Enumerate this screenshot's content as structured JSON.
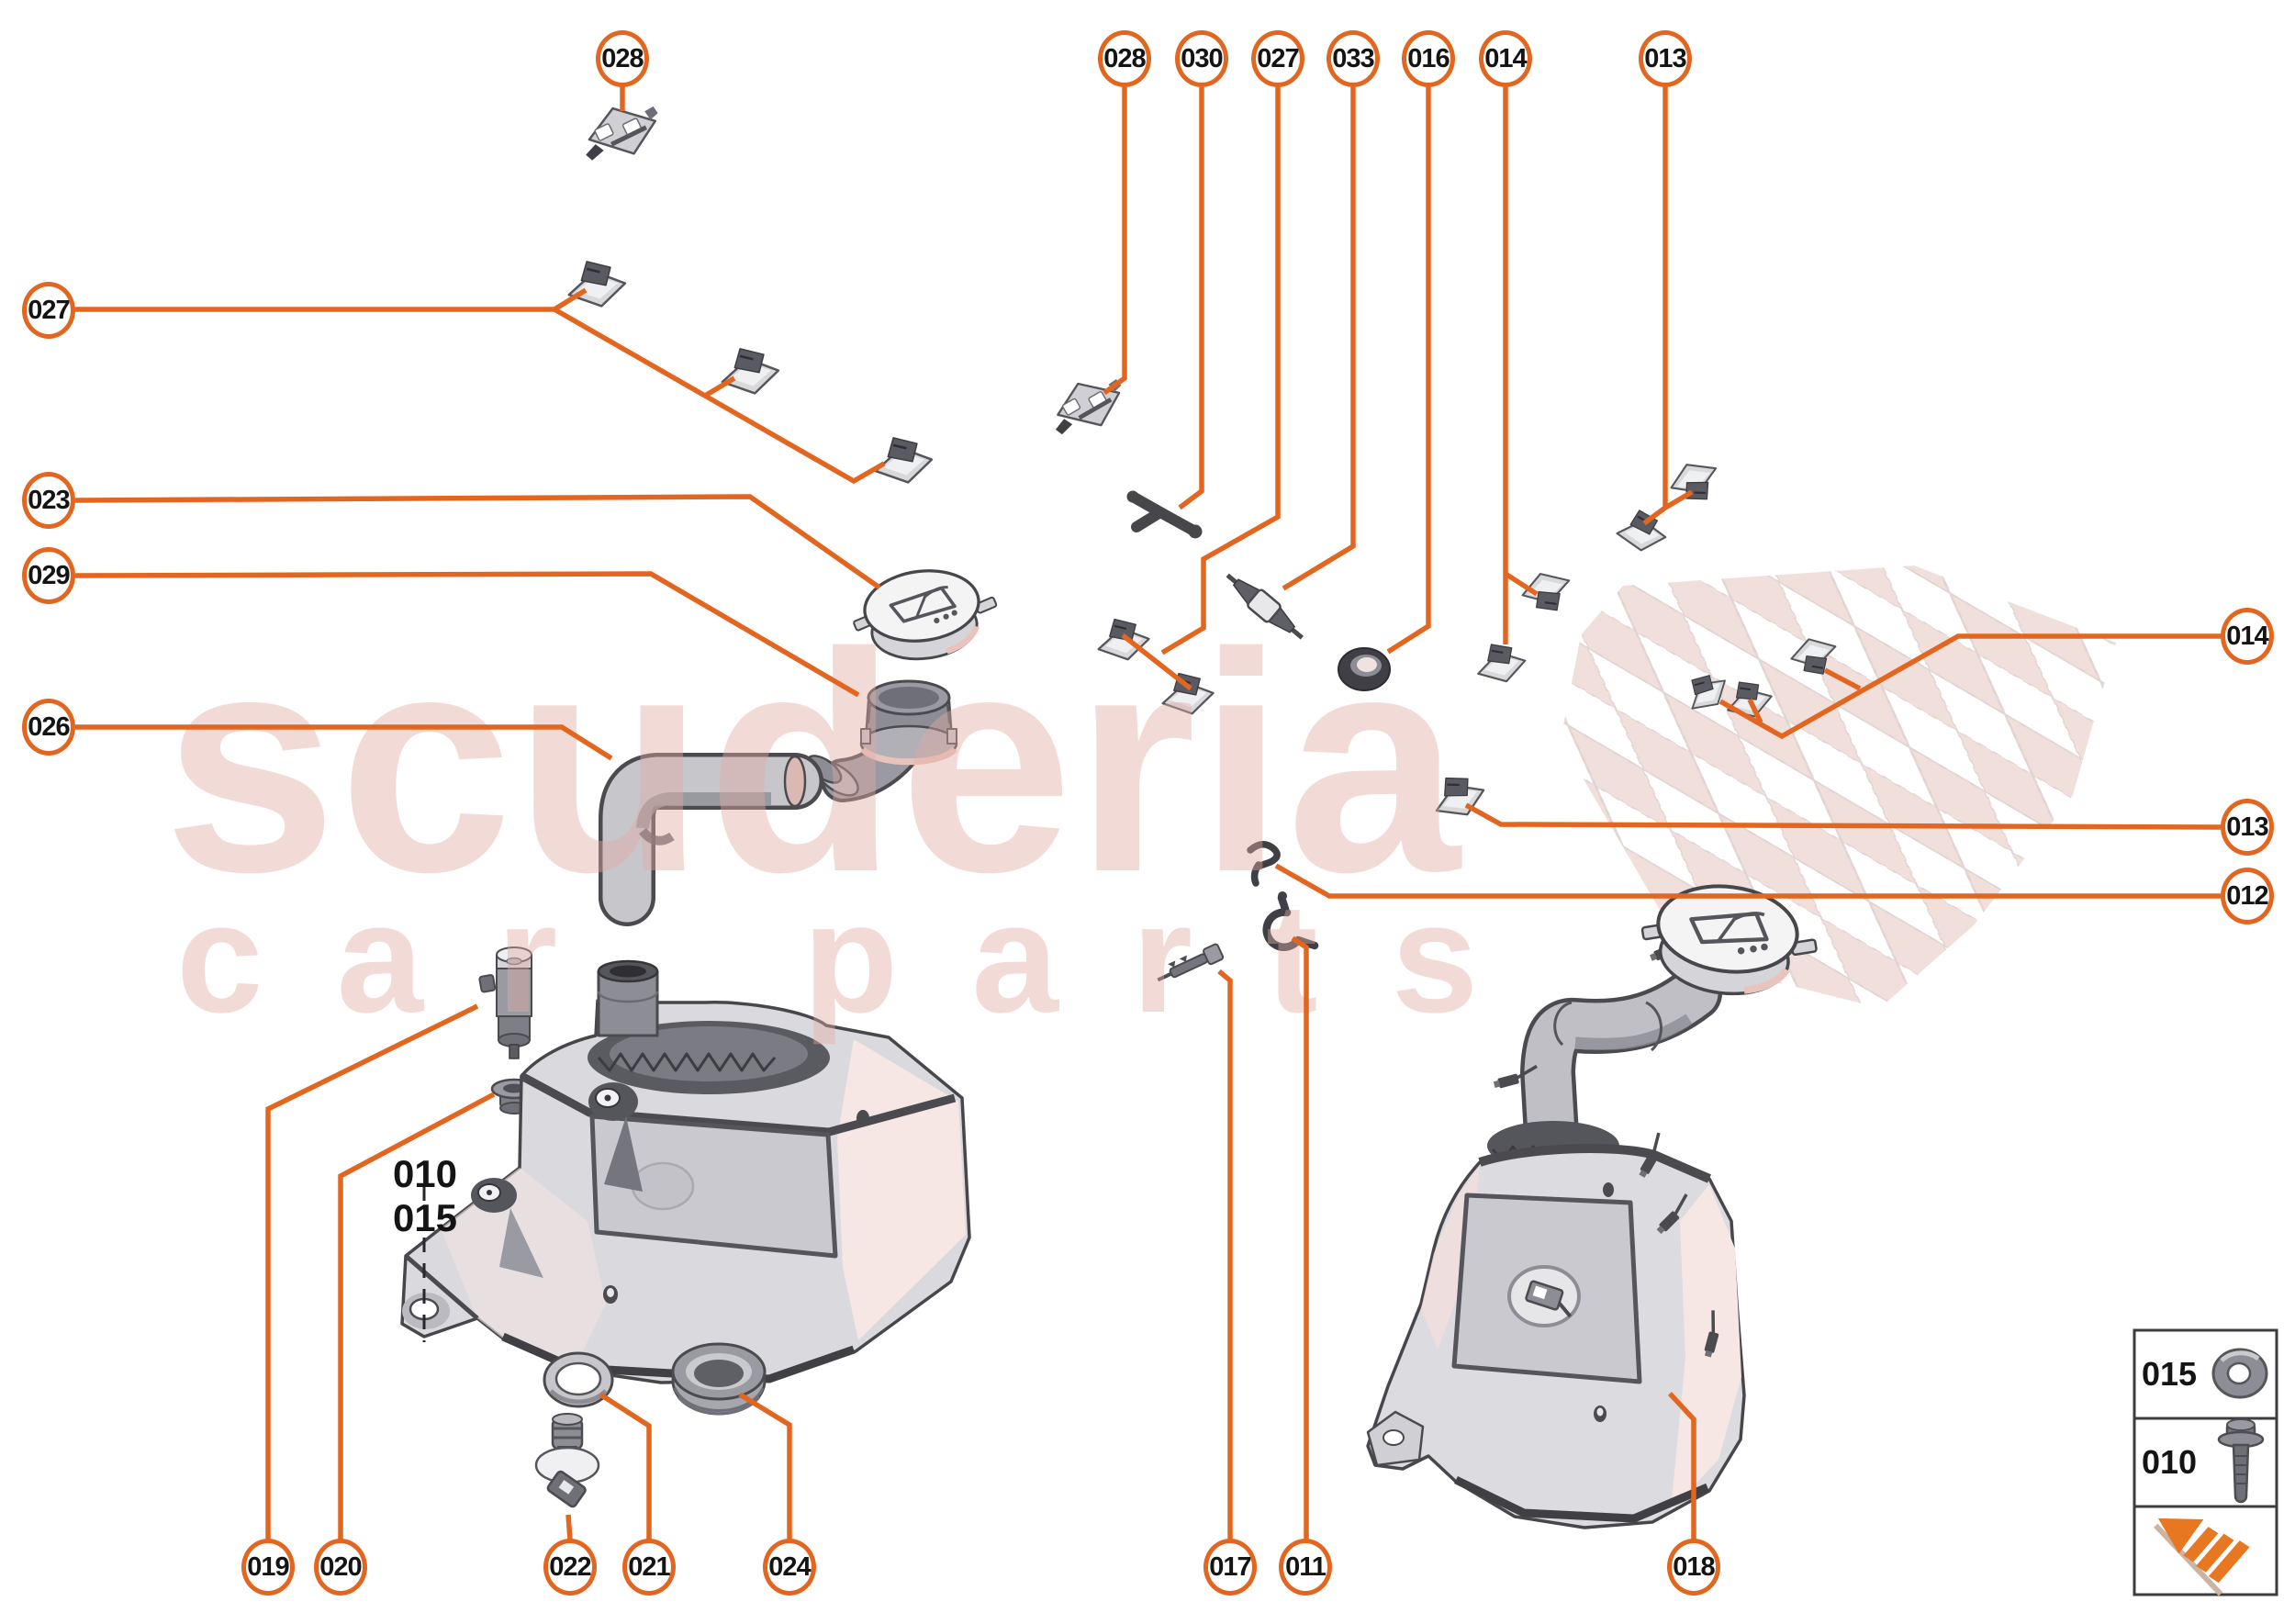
{
  "watermark": {
    "line1": "scuderia",
    "line2": "car parts"
  },
  "callouts": {
    "top_left": "028",
    "top_row": [
      "028",
      "030",
      "027",
      "033",
      "016",
      "014",
      "013"
    ],
    "left_column": [
      "027",
      "023",
      "029",
      "026"
    ],
    "right_column": [
      "014",
      "013",
      "012"
    ],
    "bottom_row": [
      "019",
      "020",
      "022",
      "021",
      "024",
      "017",
      "011",
      "018"
    ]
  },
  "inline_labels": {
    "bolt": "010",
    "washer": "015"
  },
  "legend": {
    "washer_label": "015",
    "bolt_label": "010",
    "washer_icon": "washer-icon",
    "bolt_icon": "flange-bolt-icon",
    "logo_icon": "scuderia-arrow-logo-icon"
  },
  "colors": {
    "accent": "#e2661f",
    "watermark_pink": "#eed8d5",
    "line_gray": "#46464b"
  }
}
